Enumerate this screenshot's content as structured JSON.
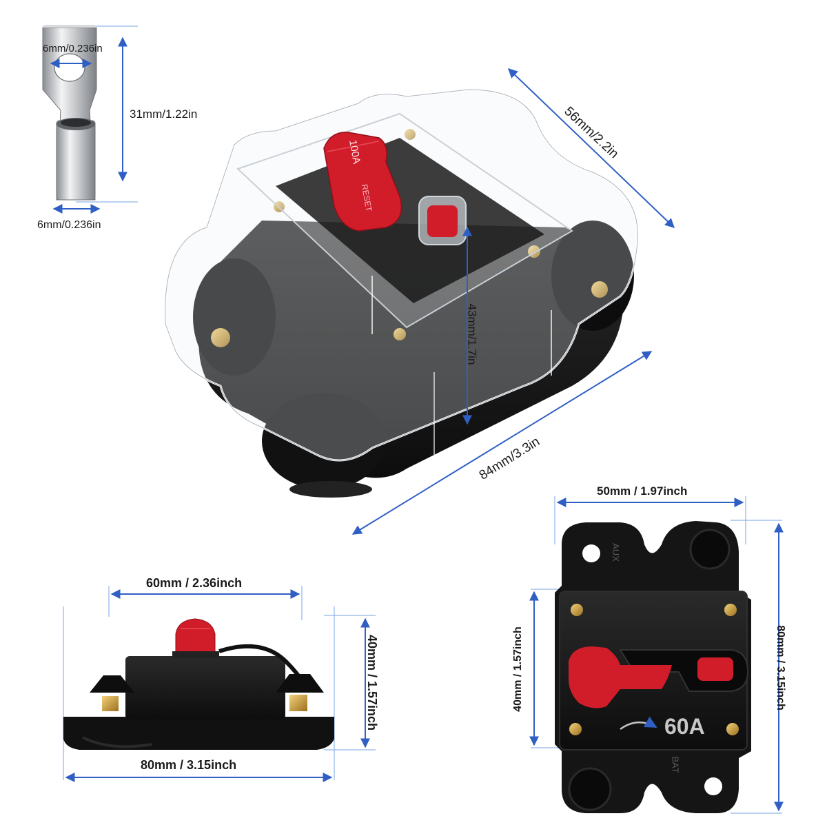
{
  "lug": {
    "hole_dimension": "6mm/0.236in",
    "length_dimension": "31mm/1.22in",
    "barrel_dimension": "6mm/0.236in"
  },
  "covered_breaker": {
    "depth_dimension": "56mm/2.2in",
    "height_dimension": "43mm/1.7in",
    "length_dimension": "84mm/3.3in",
    "lever_rating": "100A",
    "lever_side_text": "RESET"
  },
  "side_view": {
    "width_top_dimension": "60mm / 2.36inch",
    "height_dimension": "40mm / 1.57inch",
    "width_bottom_dimension": "80mm / 3.15inch"
  },
  "top_view": {
    "width_dimension": "50mm / 1.97inch",
    "inner_height_dimension": "40mm / 1.57inch",
    "total_height_dimension": "80mm / 3.15inch",
    "rating_label": "60A",
    "aux_terminal_label": "AUX",
    "bat_terminal_label": "BAT"
  },
  "colors": {
    "dimension_line": "#2f5fc4",
    "guide_line": "#8fb3e8",
    "breaker_body": "#141414",
    "lever_red": "#d11c2a",
    "terminal_gold": "#c99a3a"
  }
}
